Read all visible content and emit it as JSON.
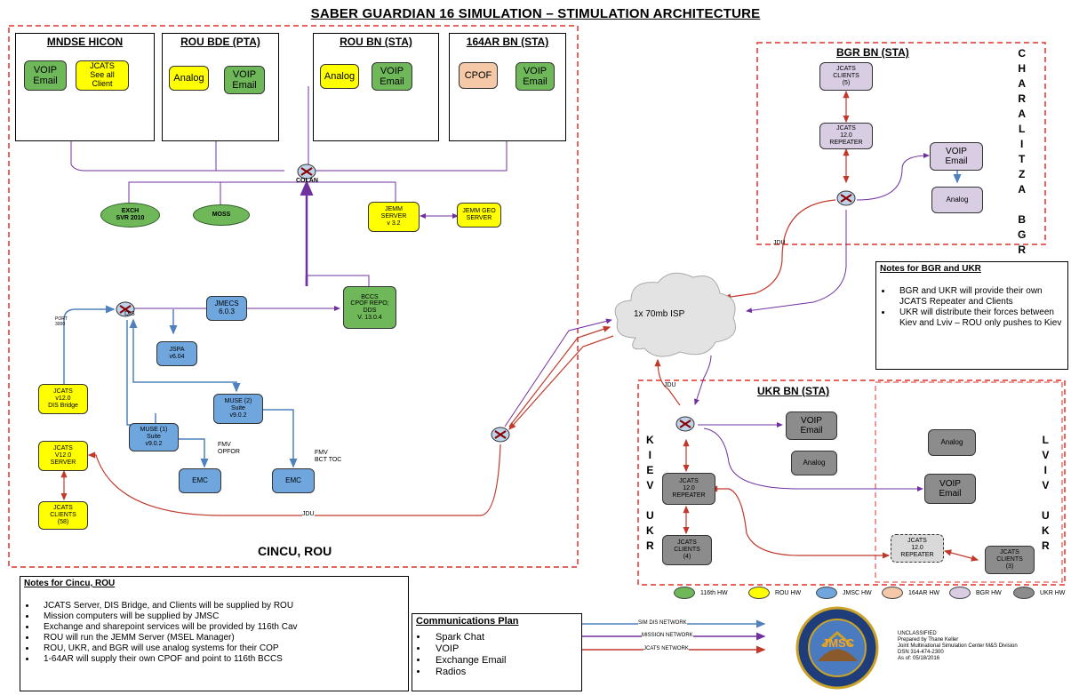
{
  "title": "SABER GUARDIAN 16 SIMULATION – STIMULATION ARCHITECTURE",
  "colors": {
    "green": "#6fb85a",
    "yellow": "#ffff00",
    "blue": "#6fa6de",
    "peach": "#f5c8a8",
    "lavender": "#d8cde3",
    "gray": "#8c8c8c",
    "sim_dis": "#4f81bd",
    "mission": "#7030a0",
    "jcats": "#c0392b",
    "boundary": "#e0302a"
  },
  "units": {
    "mndse": {
      "header": "MNDSE HICON",
      "n1": "VOIP\nEmail",
      "n2": "JCATS\nSee all\nClient"
    },
    "rou_bde": {
      "header": "ROU BDE (PTA)",
      "n1": "Analog",
      "n2": "VOIP\nEmail"
    },
    "rou_bn": {
      "header": "ROU BN (STA)",
      "n1": "Analog",
      "n2": "VOIP\nEmail"
    },
    "ar164": {
      "header": "164AR BN (STA)",
      "n1": "CPOF",
      "n2": "VOIP\nEmail"
    }
  },
  "cincu": {
    "colan": "COLAN",
    "exch": "EXCH\nSVR 2010",
    "moss": "MOSS",
    "jemm_server": "JEMM\nSERVER\nv 3.2",
    "jemm_geo": "JEMM GEO\nSERVER",
    "bccs": "BCCS\nCPOF REPO;\nDDS\nV. 13.0.4",
    "dis": "DIS",
    "port": "PORT\n3000",
    "jmecs": "JMECS\n6.0.3",
    "jspa": "JSPA\nv6.04",
    "jcats_bridge": "JCATS\nv12.0\nDIS Bridge",
    "jcats_server": "JCATS\nV12.0\nSERVER",
    "jcats_clients": "JCATS\nCLIENTS\n(58)",
    "muse1": "MUSE (1)\nSuite\nv9.0.2",
    "muse2": "MUSE (2)\nSuite\nv9.0.2",
    "fmv_oppfor": "FMV\nOPFOR",
    "fmv_bct": "FMV\nBCT TOC",
    "emc1": "EMC",
    "emc2": "EMC",
    "jdu": "JDU",
    "area_label": "CINCU, ROU"
  },
  "isp": "1x 70mb ISP",
  "bgr": {
    "header": "BGR BN (STA)",
    "clients": "JCATS\nCLIENTS\n(5)",
    "repeater": "JCATS\n12.0\nREPEATER",
    "voip": "VOIP\nEmail",
    "analog": "Analog",
    "jdu": "JDU",
    "vertical": "C\nH\nA\nR\nA\nL\nI\nT\nZ\nA\n\nB\nG\nR"
  },
  "bgr_ukr_notes": {
    "heading": "Notes for BGR and UKR",
    "items": [
      "BGR and UKR will provide their own JCATS Repeater and Clients",
      "UKR will distribute their forces between Kiev and Lviv – ROU only pushes to Kiev"
    ]
  },
  "ukr": {
    "header": "UKR BN (STA)",
    "jdu": "JDU",
    "voip1": "VOIP\nEmail",
    "analog1": "Analog",
    "repeater": "JCATS\n12.0\nREPEATER",
    "clients": "JCATS\nCLIENTS\n(4)",
    "voip2": "VOIP\nEmail",
    "analog2": "Analog",
    "lviv_repeater": "JCATS\n12.0\nREPEATER",
    "lviv_clients": "JCATS\nCLIENTS\n(3)",
    "kiev_vertical": "K\nI\nE\nV\n\nU\nK\nR",
    "lviv_vertical": "L\nV\nI\nV\n\nU\nK\nR"
  },
  "cincu_notes": {
    "heading": "Notes for Cincu, ROU",
    "items": [
      "JCATS Server, DIS Bridge, and Clients will be supplied by ROU",
      "Mission computers will be supplied by JMSC",
      "Exchange and sharepoint services will be provided by 116th Cav",
      "ROU will run the JEMM Server (MSEL Manager)",
      "ROU, UKR, and BGR will use analog systems for their COP",
      "1-64AR will supply their own CPOF and point to 116th BCCS"
    ]
  },
  "comms_plan": {
    "heading": "Communications Plan",
    "items": [
      "Spark Chat",
      "VOIP",
      "Exchange Email",
      "Radios"
    ]
  },
  "networks": {
    "sim_dis": "SIM DIS NETWORK",
    "mission": "MISSION NETWORK",
    "jcats": "JCATS NETWORK"
  },
  "legend": [
    {
      "label": "116th HW",
      "color": "#6fb85a"
    },
    {
      "label": "ROU HW",
      "color": "#ffff00"
    },
    {
      "label": "JMSC HW",
      "color": "#6fa6de"
    },
    {
      "label": "164AR HW",
      "color": "#f5c8a8"
    },
    {
      "label": "BGR HW",
      "color": "#d8cde3"
    },
    {
      "label": "UKR HW",
      "color": "#8c8c8c"
    }
  ],
  "logo_text": "JMSC",
  "classification": "UNCLASSIFIED\nPrepared by Thane Keller\nJoint Multinational Simulation Center M&S Division\nDSN 314-474-2300\nAs of: 05/18/2016"
}
